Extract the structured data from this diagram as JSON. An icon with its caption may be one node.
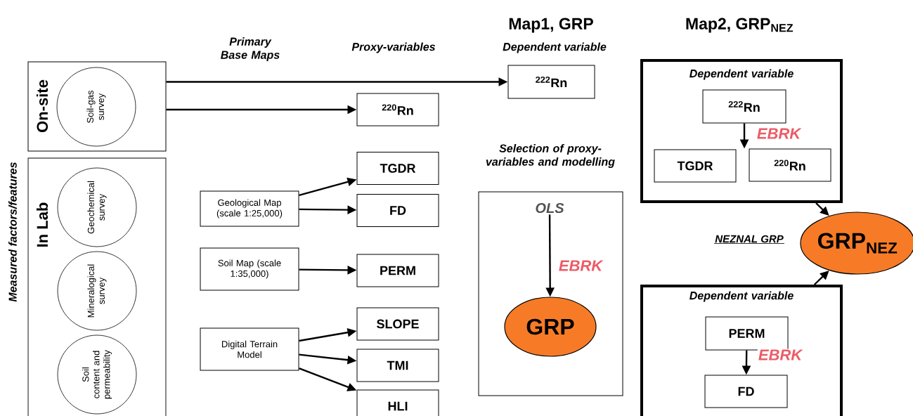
{
  "diagram": {
    "nodes": [
      {
        "text": [
          "On-site"
        ]
      },
      {
        "text": [
          "Soil-gas survey"
        ],
        "in": 0
      },
      {
        "text": [
          "In Lab"
        ]
      },
      {
        "text": [
          "Geochemical survey"
        ],
        "in": 2
      },
      {
        "text": [
          "Mineralogical survey"
        ],
        "in": 2
      },
      {
        "text": [
          "Soil content and permeability"
        ],
        "in": 2
      },
      {
        "text": [
          "Geological Map (scale 1:25,000)"
        ]
      },
      {
        "text": [
          "Soil Map (scale 1:35,000)"
        ]
      },
      {
        "text": [
          "Digital Terrain Model"
        ]
      },
      {
        "text": [
          "$^{220}$Rn"
        ]
      },
      {
        "text": [
          "TGDR"
        ]
      },
      {
        "text": [
          "FD"
        ]
      },
      {
        "text": [
          "PERM"
        ]
      },
      {
        "text": [
          "SLOPE"
        ]
      },
      {
        "text": [
          "TMI"
        ]
      },
      {
        "text": [
          "HLI"
        ]
      },
      {
        "text": [
          "$^{222}$Rn"
        ]
      },
      {
        "text": [
          "Selection of proxy-variables and modelling"
        ]
      },
      {
        "text": [
          "OLS"
        ],
        "in": 17
      },
      {
        "text": [
          "GRP"
        ],
        "in": 17
      },
      {
        "text": [
          "Dependent variable"
        ]
      },
      {
        "text": [
          "$^{222}$Rn"
        ],
        "in": 20
      },
      {
        "text": [
          "TGDR"
        ],
        "in": 20
      },
      {
        "text": [
          "$^{220}$Rn"
        ],
        "in": 20
      },
      {
        "text": [
          "Dependent variable"
        ]
      },
      {
        "text": [
          "PERM"
        ],
        "in": 24
      },
      {
        "text": [
          "FD"
        ],
        "in": 24
      },
      {
        "text": [
          "GRP$_{NEZ}$"
        ]
      }
    ],
    "edges": [
      {
        "from": 0,
        "to": 16,
        "arrow": "to"
      },
      {
        "from": 0,
        "to": 9,
        "arrow": "to"
      },
      {
        "from": 6,
        "to": 10,
        "arrow": "to"
      },
      {
        "from": 6,
        "to": 11,
        "arrow": "to"
      },
      {
        "from": 7,
        "to": 12,
        "arrow": "to"
      },
      {
        "from": 8,
        "to": 13,
        "arrow": "to"
      },
      {
        "from": 8,
        "to": 14,
        "arrow": "to"
      },
      {
        "from": 8,
        "to": 15,
        "arrow": "to"
      },
      {
        "from": 18,
        "to": 19,
        "arrow": "to",
        "label": "EBRK"
      },
      {
        "from": 21,
        "to": 23,
        "arrow": "to",
        "label": "EBRK"
      },
      {
        "from": 25,
        "to": 26,
        "arrow": "to",
        "label": "EBRK"
      },
      {
        "from": 20,
        "to": 27,
        "arrow": "to"
      },
      {
        "from": 24,
        "to": 27,
        "arrow": "to"
      }
    ],
    "labels": [
      "Map1, GRP",
      "Map2, GRP$_{NEZ}$",
      "Primary Base Maps",
      "Proxy-variables",
      "Dependent variable",
      "NEZNAL GRP",
      "Measured factors/features"
    ]
  }
}
